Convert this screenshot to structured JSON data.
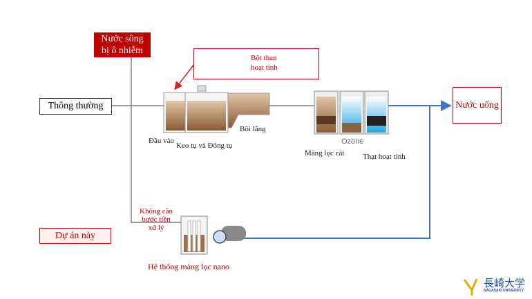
{
  "source": {
    "label_line1": "Nước sông",
    "label_line2": "bị ô nhiễm"
  },
  "conventional": {
    "label": "Thông thường"
  },
  "this_project": {
    "label": "Dự án này"
  },
  "carbon_powder": {
    "line1": "Bột than",
    "line2": "hoạt tính"
  },
  "tanks": {
    "inlet": "Đầu vào",
    "coag": "Keo tụ và Đông tụ",
    "settling": "Bồi lắng"
  },
  "filters": {
    "sand": "Màng lọc cát",
    "ozone": "Ozone",
    "carbon": "Thạt hoạt tính"
  },
  "output": {
    "label": "Nước uống"
  },
  "nano": {
    "note_line1": "Không cần",
    "note_line2": "bước tiền",
    "note_line3": "xử lý",
    "label": "Hệ thống màng lọc nano"
  },
  "logo": {
    "name": "長崎大学",
    "sub": "NAGASAKI UNIVERSITY"
  },
  "colors": {
    "red": "#c00000",
    "blue": "#4472c4",
    "gray": "#7f7f7f"
  }
}
